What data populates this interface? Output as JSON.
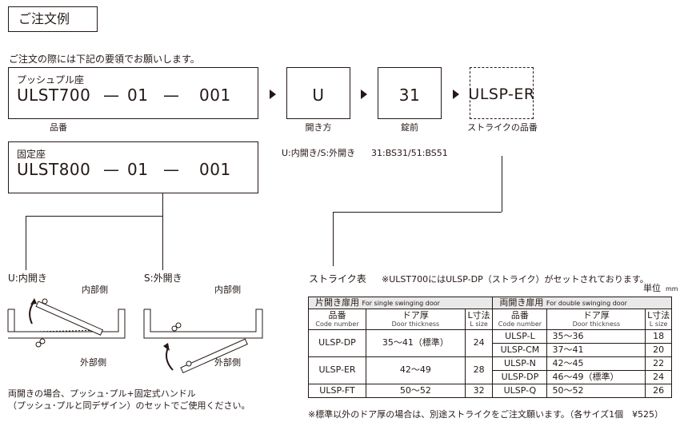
{
  "title": "ご注文例",
  "intro": "ご注文の際には下記の要領でお願いします。",
  "push_pull": {
    "label": "プッシュプル座",
    "model": "ULST700",
    "dash1": "—",
    "code1": "01",
    "dash2": "—",
    "code2": "001"
  },
  "open_box": {
    "value": "U",
    "caption": "開き方"
  },
  "lock_box": {
    "value": "31",
    "caption": "錠前"
  },
  "strike_box": {
    "value": "ULSP-ER",
    "caption": "ストライクの品番"
  },
  "part_caption": "品番",
  "fixed": {
    "label": "固定座",
    "model": "ULST800",
    "dash1": "—",
    "code1": "01",
    "dash2": "—",
    "code2": "001"
  },
  "open_note": "U:内開き/S:外開き",
  "lock_note": "31:BS31/51:BS51",
  "diagram_left": {
    "title": "U:内開き",
    "inside": "内部側",
    "outside": "外部側"
  },
  "diagram_right": {
    "title": "S:外開き",
    "inside": "内部側",
    "outside": "外部側"
  },
  "footnote_left": [
    "両開きの場合、プッシュ･プル+固定式ハンドル",
    "（プッシュ･プルと同デザイン）のセットでご使用ください。"
  ],
  "strike_table": {
    "title": "ストライク表",
    "note": "※ULST700にはULSP-DP（ストライク）がセットされております。",
    "unit_label": "単位",
    "unit": "mm",
    "single_group": {
      "ja": "片開き扉用",
      "en": "For single swinging door"
    },
    "double_group": {
      "ja": "両開き扉用",
      "en": "For double swinging door"
    },
    "headers": {
      "code": {
        "ja": "品番",
        "en": "Code number"
      },
      "thick": {
        "ja": "ドア厚",
        "en": "Door thickness"
      },
      "lsize": {
        "ja": "L寸法",
        "en": "L size"
      }
    },
    "single_rows": [
      {
        "code": "ULSP-DP",
        "thick": "35～41（標準）",
        "l": "24"
      },
      {
        "code": "ULSP-ER",
        "thick": "42～49",
        "l": "28"
      },
      {
        "code": "ULSP-FT",
        "thick": "50～52",
        "l": "32"
      }
    ],
    "double_rows": [
      {
        "code": "ULSP-L",
        "thick": "35～36",
        "l": "18"
      },
      {
        "code": "ULSP-CM",
        "thick": "37～41",
        "l": "20"
      },
      {
        "code": "ULSP-N",
        "thick": "42～45",
        "l": "22"
      },
      {
        "code": "ULSP-DP",
        "thick": "46～49（標準）",
        "l": "24"
      },
      {
        "code": "ULSP-Q",
        "thick": "50～52",
        "l": "26"
      }
    ],
    "footnote": "※標準以外のドア厚の場合は、別途ストライクをご注文願います。（各サイズ1個　¥525）"
  }
}
